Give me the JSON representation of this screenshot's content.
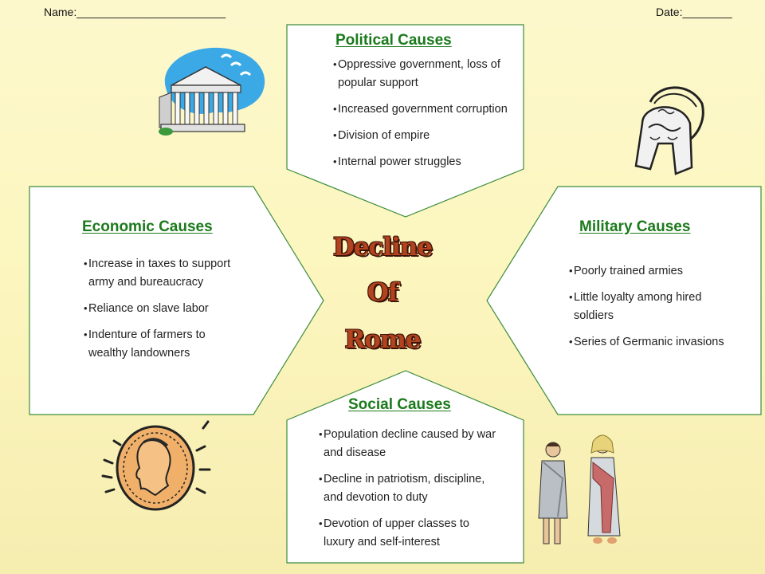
{
  "header": {
    "name_label": "Name:________________________",
    "date_label": "Date:________"
  },
  "center": {
    "line1": "Decline",
    "line2": "Of",
    "line3": "Rome"
  },
  "political": {
    "title": "Political Causes",
    "items": [
      "Oppressive government, loss of popular support",
      "Increased government corruption",
      "Division of empire",
      "Internal power struggles"
    ]
  },
  "economic": {
    "title": "Economic Causes",
    "items": [
      "Increase in taxes to support army and bureaucracy",
      "Reliance on slave labor",
      "Indenture of farmers to wealthy landowners"
    ]
  },
  "military": {
    "title": "Military Causes",
    "items": [
      "Poorly trained armies",
      "Little loyalty among hired soldiers",
      "Series of Germanic invasions"
    ]
  },
  "social": {
    "title": "Social Causes",
    "items": [
      "Population decline caused by war and disease",
      "Decline in patriotism, discipline, and devotion to duty",
      "Devotion of upper classes to luxury and self-interest"
    ]
  },
  "colors": {
    "title_green": "#1b7a1b",
    "border_green": "#3c8c3c",
    "center_text": "#b3421e"
  },
  "icons": [
    "temple-icon",
    "helmet-icon",
    "coin-icon",
    "roman-couple-icon"
  ]
}
